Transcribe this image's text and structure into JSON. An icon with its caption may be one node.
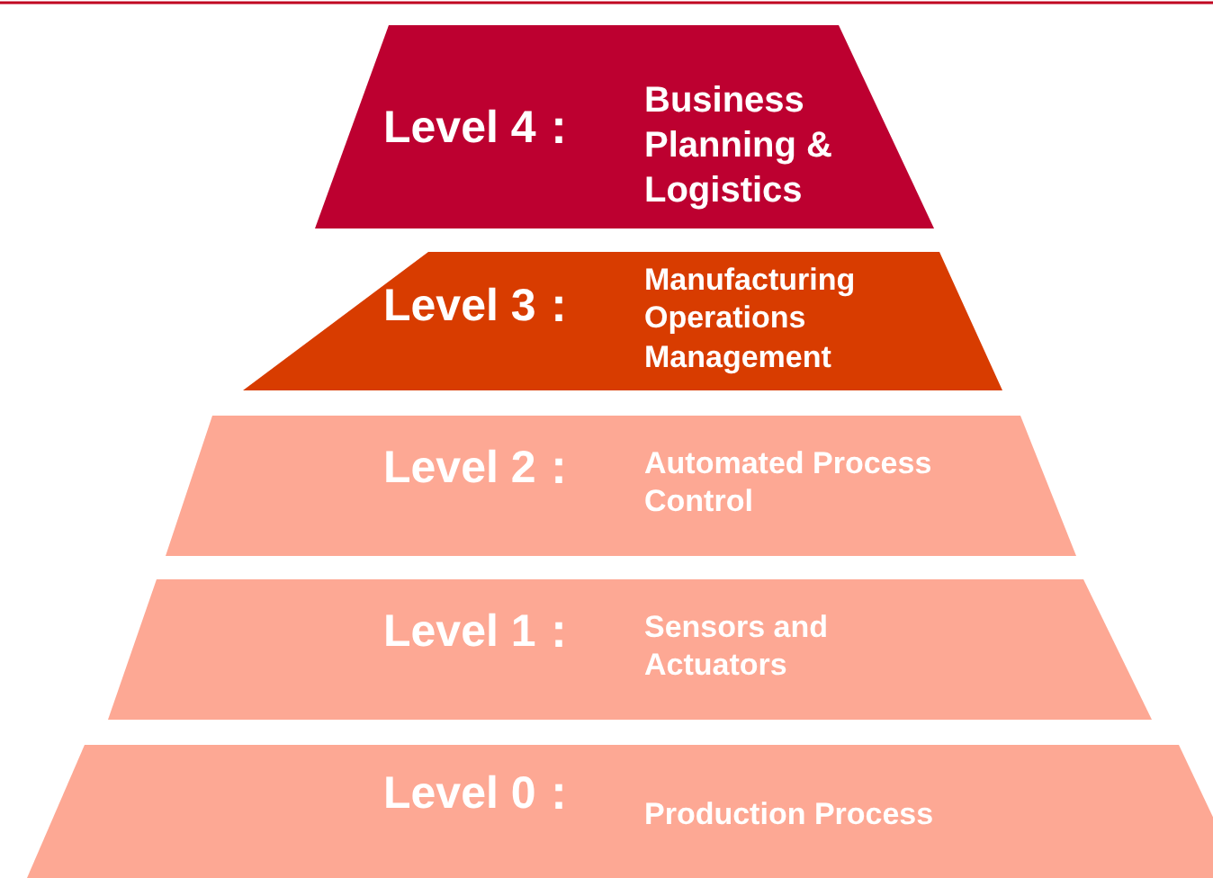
{
  "diagram": {
    "nodes": [
      {
        "text": [
          "Level 4：",
          "Business Planning & Logistics"
        ]
      },
      {
        "text": [
          "Level 3：",
          "Manufacturing Operations Management"
        ]
      },
      {
        "text": [
          "Level 2：",
          "Automated Process Control"
        ]
      },
      {
        "text": [
          "Level 1：",
          "Sensors and Actuators"
        ]
      },
      {
        "text": [
          "Level 0：",
          "Production Process"
        ]
      }
    ]
  }
}
